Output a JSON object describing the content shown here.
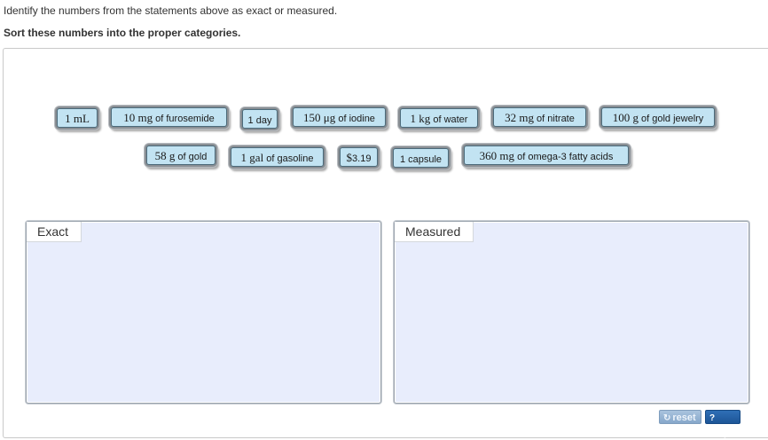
{
  "instructions": "Identify the numbers from the statements above as exact or measured.",
  "task": "Sort these numbers into the proper categories.",
  "tiles": [
    {
      "unit_num": "1 mL",
      "rest": ""
    },
    {
      "unit_num": "10 mg",
      "rest": " of furosemide"
    },
    {
      "unit_num": "",
      "rest": "1 day"
    },
    {
      "unit_num": "150 μg",
      "rest": " of iodine"
    },
    {
      "unit_num": "1 kg",
      "rest": " of water"
    },
    {
      "unit_num": "32 mg",
      "rest": " of nitrate"
    },
    {
      "unit_num": "100 g",
      "rest": " of gold jewelry"
    },
    {
      "unit_num": "58 g",
      "rest": " of gold"
    },
    {
      "unit_num": "1 gal",
      "rest": " of gasoline"
    },
    {
      "unit_num": "$",
      "rest": "3.19"
    },
    {
      "unit_num": "",
      "rest": "1 capsule"
    },
    {
      "unit_num": "360 mg",
      "rest": " of omega-3 fatty acids"
    }
  ],
  "zones": {
    "exact": "Exact",
    "measured": "Measured"
  },
  "buttons": {
    "reset": "reset",
    "help": "help",
    "reset_icon": "reset-icon",
    "help_icon": "question-icon"
  },
  "colors": {
    "tile_bg": "#c2e3f2",
    "zone_bg": "#e8edfc",
    "help_blue": "#1d5597"
  }
}
